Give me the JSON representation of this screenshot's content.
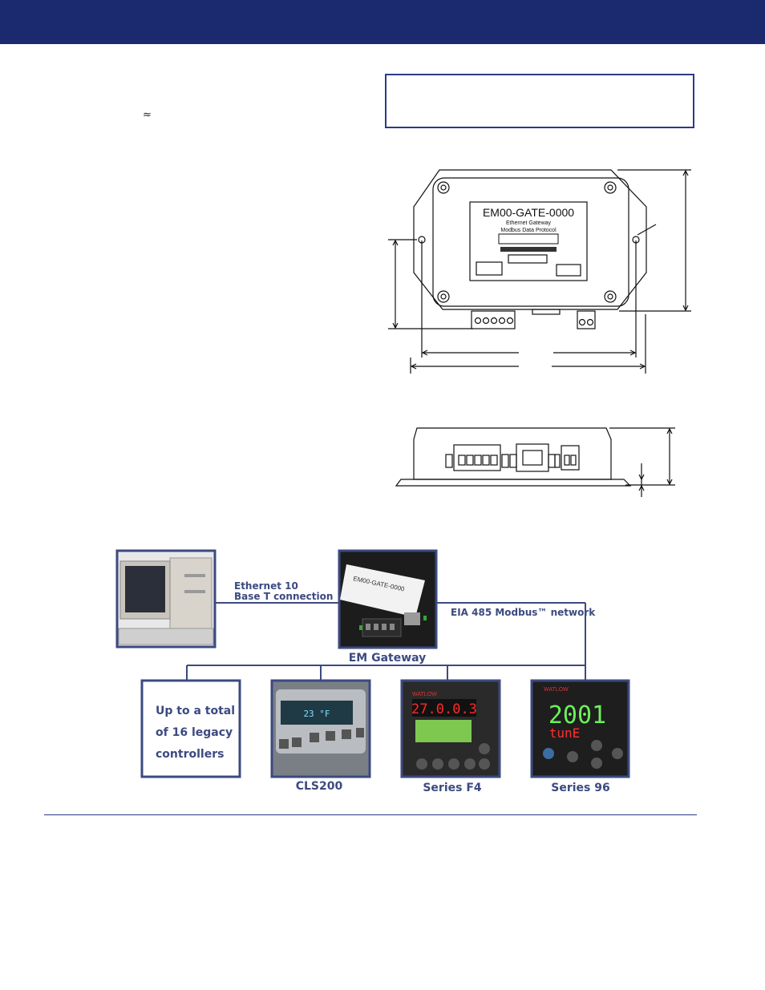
{
  "header": {
    "bar_color": "#1b2a6e"
  },
  "intro": {
    "approx_symbol": "≈"
  },
  "top_drawing": {
    "label_title": "EM00-GATE-0000",
    "label_line1": "Ethernet Gateway",
    "label_line2": "Modbus Data Protocol"
  },
  "diagram": {
    "ethernet_label_1": "Ethernet 10",
    "ethernet_label_2": "Base T connection",
    "modbus_label": "EIA 485 Modbus™ network",
    "gateway_label": "EM Gateway",
    "legacy_line1": "Up to a total",
    "legacy_line2": "of 16 legacy",
    "legacy_line3": "controllers",
    "cls200_label": "CLS200",
    "f4_label": "Series F4",
    "s96_label": "Series 96",
    "photo_gateway_text": "EM00-GATE-0000",
    "f4_display": "27.0.0.3",
    "s96_display_top": "2001",
    "s96_display_bottom": "tunE",
    "cls_display": "23 °F",
    "brand": "WATLOW"
  },
  "colors": {
    "accent": "#2b3a86",
    "label": "#3c4a80"
  }
}
